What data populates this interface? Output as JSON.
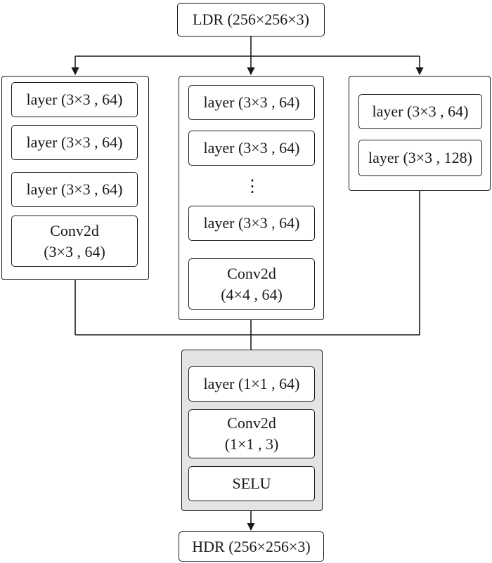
{
  "input": {
    "label": "LDR (256×256×3)"
  },
  "left_branch": {
    "layers": [
      "layer (3×3 , 64)",
      "layer (3×3 , 64)",
      "layer (3×3 , 64)"
    ],
    "conv": {
      "line1": "Conv2d",
      "line2": "(3×3 , 64)"
    }
  },
  "middle_branch": {
    "layers_top": [
      "layer (3×3 , 64)",
      "layer (3×3 , 64)"
    ],
    "ellipsis": "⋮",
    "layer_bottom": "layer (3×3 , 64)",
    "conv": {
      "line1": "Conv2d",
      "line2": "(4×4 , 64)"
    }
  },
  "right_branch": {
    "layers": [
      "layer (3×3 , 64)",
      "layer (3×3 , 128)"
    ]
  },
  "fusion": {
    "layer": "layer (1×1 , 64)",
    "conv": {
      "line1": "Conv2d",
      "line2": "(1×1 , 3)"
    },
    "activation": "SELU"
  },
  "output": {
    "label": "HDR (256×256×3)"
  },
  "colors": {
    "line": "#1a1a1a",
    "fusion_fill": "#e4e4e4",
    "box_fill": "#ffffff"
  }
}
